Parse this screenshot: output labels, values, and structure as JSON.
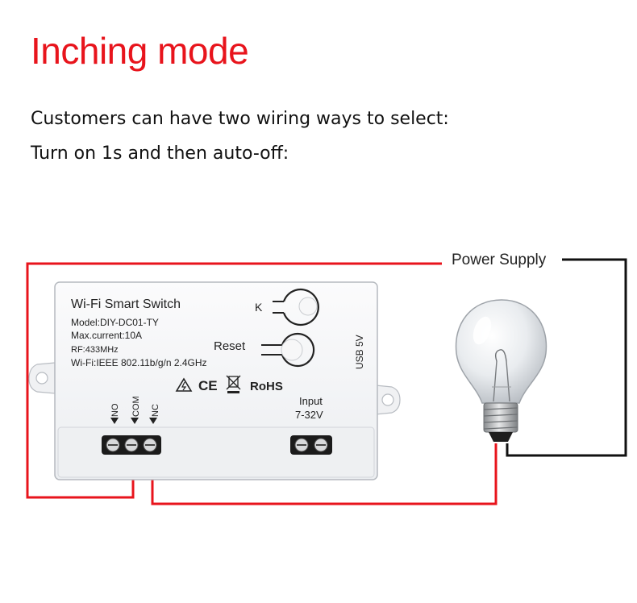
{
  "title": "Inching mode",
  "subtitle_1": "Customers can have two wiring ways to select:",
  "subtitle_2": "Turn on 1s and then auto-off:",
  "power_supply_label": "Power Supply",
  "device": {
    "name": "Wi-Fi Smart Switch",
    "model": "Model:DIY-DC01-TY",
    "max_current": "Max.current:10A",
    "rf": "RF:433MHz",
    "wifi": "Wi-Fi:IEEE 802.11b/g/n 2.4GHz",
    "button_k": "K",
    "button_reset": "Reset",
    "usb": "USB 5V",
    "rohs": "RoHS",
    "ce": "CE",
    "terminal_no": "NO",
    "terminal_com": "COM",
    "terminal_nc": "NC",
    "input_label": "Input",
    "input_range": "7-32V"
  },
  "colors": {
    "title": "#e8141c",
    "wire_red": "#e8141c",
    "wire_black": "#111111",
    "device_body": "#f4f5f7"
  },
  "icons": [
    "warning-triangle-icon",
    "ce-mark-icon",
    "weee-bin-icon",
    "light-bulb-icon"
  ]
}
